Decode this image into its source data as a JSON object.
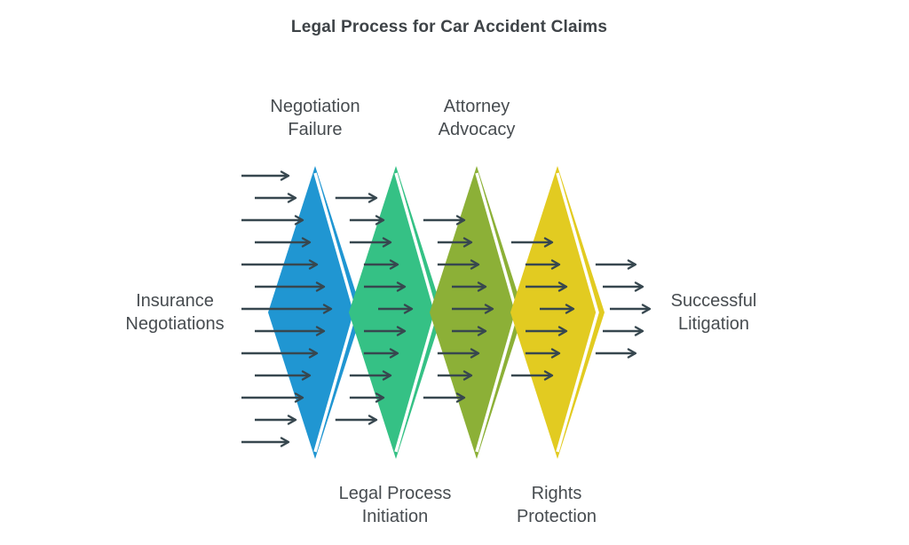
{
  "title": "Legal Process for Car Accident Claims",
  "background": "#ffffff",
  "text_color": "#474c50",
  "start_label": {
    "lines": [
      "Insurance",
      "Negotiations"
    ]
  },
  "end_label": {
    "lines": [
      "Successful",
      "Litigation"
    ]
  },
  "stages": [
    {
      "label_lines": [
        "Negotiation",
        "Failure"
      ],
      "label_position": "top",
      "color": "#2096d2",
      "arrows_in": 13
    },
    {
      "label_lines": [
        "Legal Process",
        "Initiation"
      ],
      "label_position": "bottom",
      "color": "#35c185",
      "arrows_in": 11
    },
    {
      "label_lines": [
        "Attorney",
        "Advocacy"
      ],
      "label_position": "top",
      "color": "#8cb037",
      "arrows_in": 9
    },
    {
      "label_lines": [
        "Rights",
        "Protection"
      ],
      "label_position": "bottom",
      "color": "#e2cb21",
      "arrows_in": 7
    }
  ],
  "flow": {
    "arrows_out": 5,
    "arrow_color": "#37474f",
    "highlight_color": "#ffffff"
  }
}
